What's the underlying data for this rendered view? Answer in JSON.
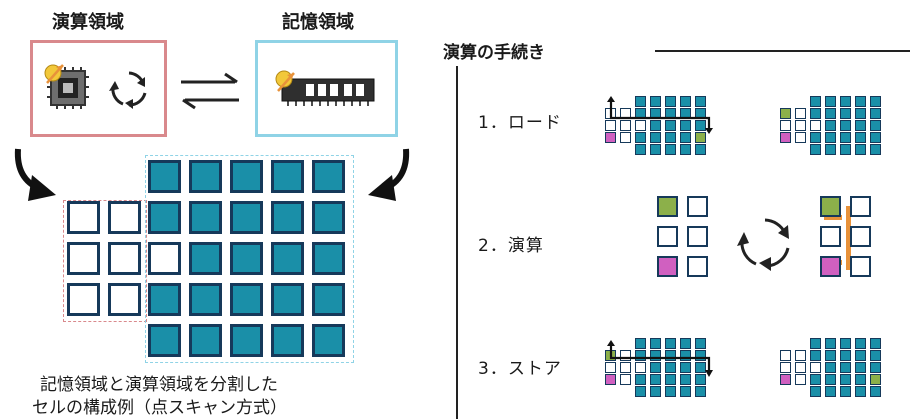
{
  "left": {
    "compute_title": "演算領域",
    "memory_title": "記憶領域",
    "caption_line1": "記憶領域と演算領域を分割した",
    "caption_line2": "セルの構成例（点スキャン方式）"
  },
  "right": {
    "heading": "演算の手続き",
    "steps": [
      {
        "label": "1．ロード"
      },
      {
        "label": "2．演算"
      },
      {
        "label": "3．ストア"
      }
    ]
  },
  "colors": {
    "teal": "#1a8fa8",
    "navy": "#16395a",
    "green": "#8cb04a",
    "magenta": "#d060c0",
    "orange": "#e8923a",
    "compute_border": "#d9898c",
    "memory_border": "#8fd3e6"
  }
}
